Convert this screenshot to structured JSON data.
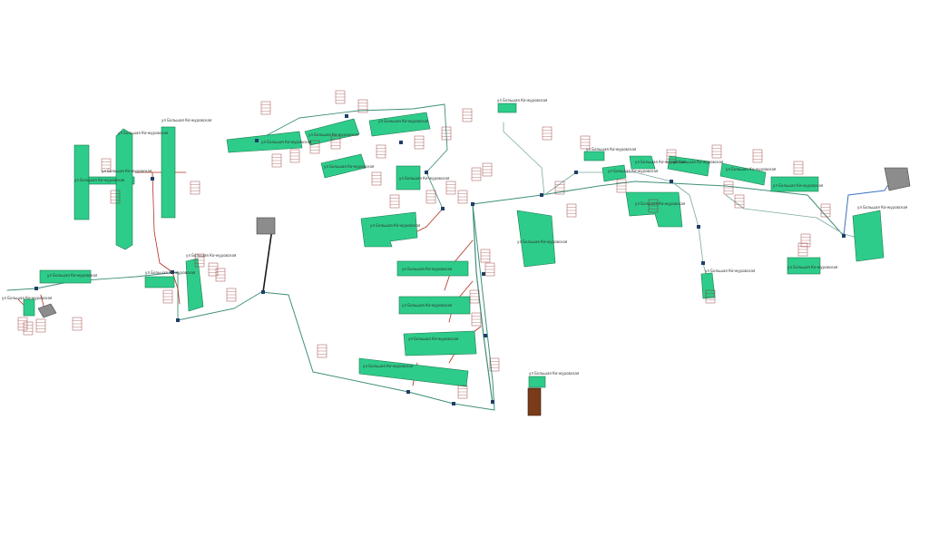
{
  "map": {
    "street_label": "ул Большая Кочкуровская",
    "colors": {
      "building_residential": "#2ecc8a",
      "building_outline": "#1a7a50",
      "building_service": "#8c8c8c",
      "building_boiler": "#7a3b1a",
      "pipe_main": "#3f8f7a",
      "pipe_branch": "#b03020",
      "pipe_feed": "#1a1a1a",
      "pipe_blue": "#3a70c0",
      "pipe_light": "#7aa8a0",
      "chamber": "#1f3f6a"
    },
    "buildings": [
      {
        "label": "ул Большая Кочкуровская"
      },
      {
        "label": "ул Большая Кочкуровская"
      },
      {
        "label": "ул Большая Кочкуровская"
      },
      {
        "label": "ул Большая Кочкуровская"
      },
      {
        "label": "ул Большая Кочкуровская"
      },
      {
        "label": "ул Большая Кочкуровская"
      },
      {
        "label": "ул Большая Кочкуровская"
      },
      {
        "label": "ул Большая Кочкуровская"
      },
      {
        "label": "ул Большая Кочкуровская"
      },
      {
        "label": "ул Большая Кочкуровская"
      },
      {
        "label": "ул Большая Кочкуровская"
      },
      {
        "label": "ул Большая Кочкуровская"
      },
      {
        "label": "ул Большая Кочкуровская"
      },
      {
        "label": "ул Большая Кочкуровская"
      },
      {
        "label": "ул Большая Кочкуровская"
      },
      {
        "label": "ул Большая Кочкуровская"
      },
      {
        "label": "ул Большая Кочкуровская"
      },
      {
        "label": "ул Большая Кочкуровская"
      },
      {
        "label": "ул Большая Кочкуровская"
      },
      {
        "label": "ул Большая Кочкуровская"
      },
      {
        "label": "ул Большая Кочкуровская"
      },
      {
        "label": "ул Большая Кочкуровская"
      },
      {
        "label": "ул Большая Кочкуровская"
      },
      {
        "label": "ул Большая Кочкуровская"
      },
      {
        "label": "ул Большая Кочкуровская"
      },
      {
        "label": "ул Большая Кочкуровская"
      },
      {
        "label": "ул Большая Кочкуровская"
      },
      {
        "label": "ул Большая Кочкуровская"
      }
    ]
  }
}
